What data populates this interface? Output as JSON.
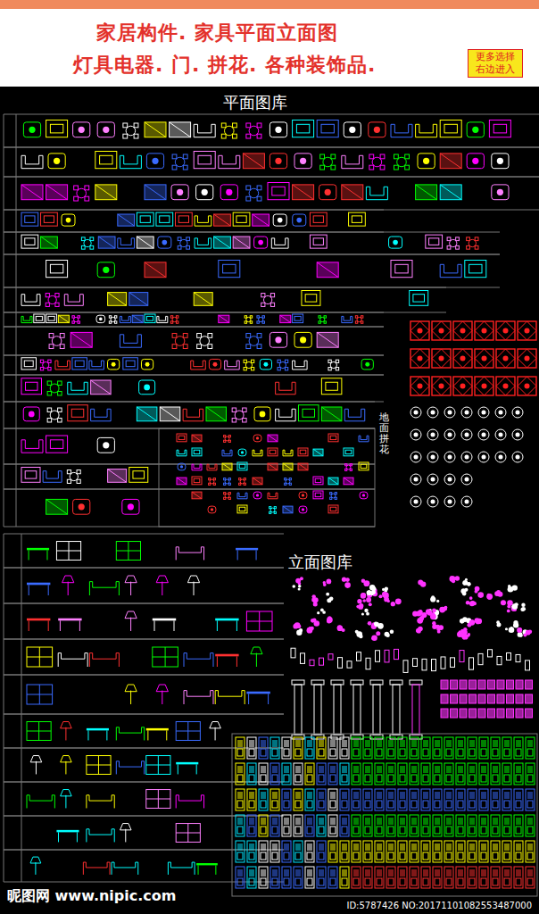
{
  "diagram": {
    "title": "家居构件. 家具平面立面图",
    "nodes": [
      {
        "text": [
          "更多选择 右边进入"
        ]
      }
    ],
    "labels": [
      "灯具电器. 门. 拼花. 各种装饰品.",
      "平面图库",
      "地面拼花",
      "立面图库",
      "昵图网 www.nipic.com",
      "ID:5787426 NO:20171101082553487000"
    ]
  }
}
